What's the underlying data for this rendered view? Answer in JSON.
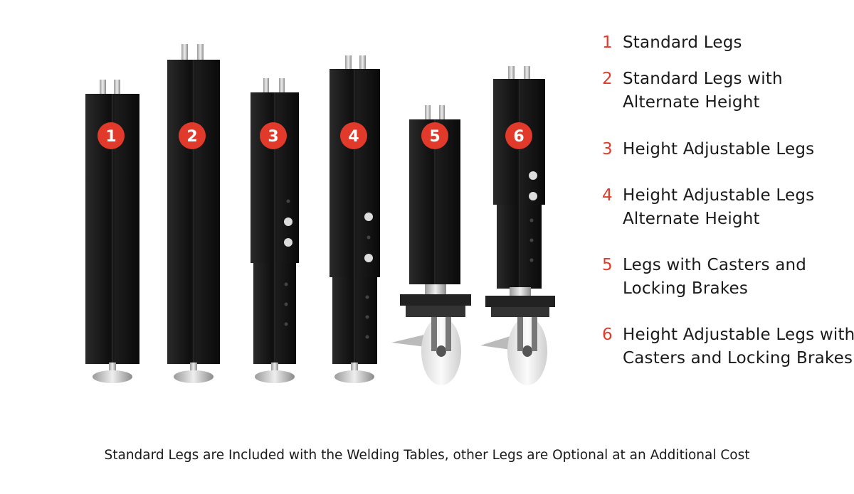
{
  "badges": [
    "1",
    "2",
    "3",
    "4",
    "5",
    "6"
  ],
  "legend": [
    {
      "number": "1",
      "lines": [
        "Standard Legs"
      ]
    },
    {
      "number": "2",
      "lines": [
        "Standard Legs with",
        "Alternate Height"
      ]
    },
    {
      "number": "3",
      "lines": [
        "Height Adjustable Legs"
      ]
    },
    {
      "number": "4",
      "lines": [
        "Height Adjustable Legs",
        "Alternate Height"
      ]
    },
    {
      "number": "5",
      "lines": [
        "Legs with Casters and",
        "Locking Brakes"
      ]
    },
    {
      "number": "6",
      "lines": [
        "Height Adjustable Legs with",
        "Casters and Locking Brakes"
      ]
    }
  ],
  "footer": "Standard Legs are Included with the Welding Tables, other Legs are Optional at an Additional Cost",
  "colors": {
    "accent": "#e23a2a",
    "leg": "#151515",
    "text": "#1a1a1a"
  }
}
